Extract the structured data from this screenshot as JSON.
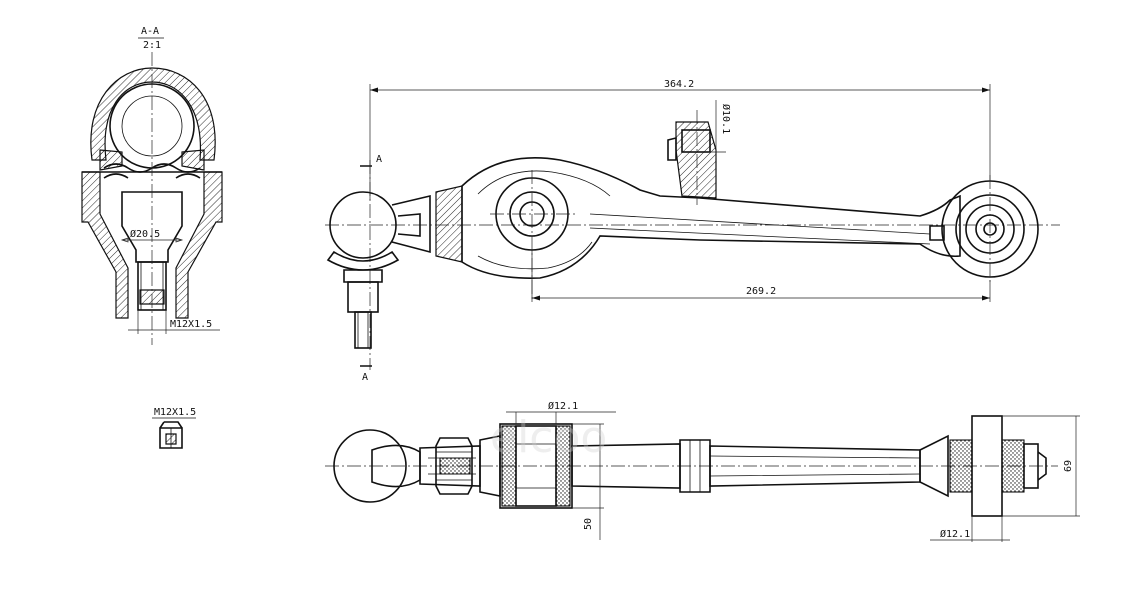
{
  "section": {
    "title": "A-A",
    "scale": "2:1"
  },
  "labels": {
    "dia_stud": "Ø20.5",
    "thread_section": "M12X1.5",
    "thread_nut": "M12X1.5",
    "cut_mark_top": "A",
    "cut_mark_bottom": "A",
    "len_overall": "364.2",
    "len_bushing": "269.2",
    "dia_hole": "Ø10.1",
    "dia_bush_front": "Ø12.1",
    "dia_bush_rear": "Ø12.1",
    "width_front": "50",
    "width_rear": "69"
  },
  "watermark": "elcoo"
}
